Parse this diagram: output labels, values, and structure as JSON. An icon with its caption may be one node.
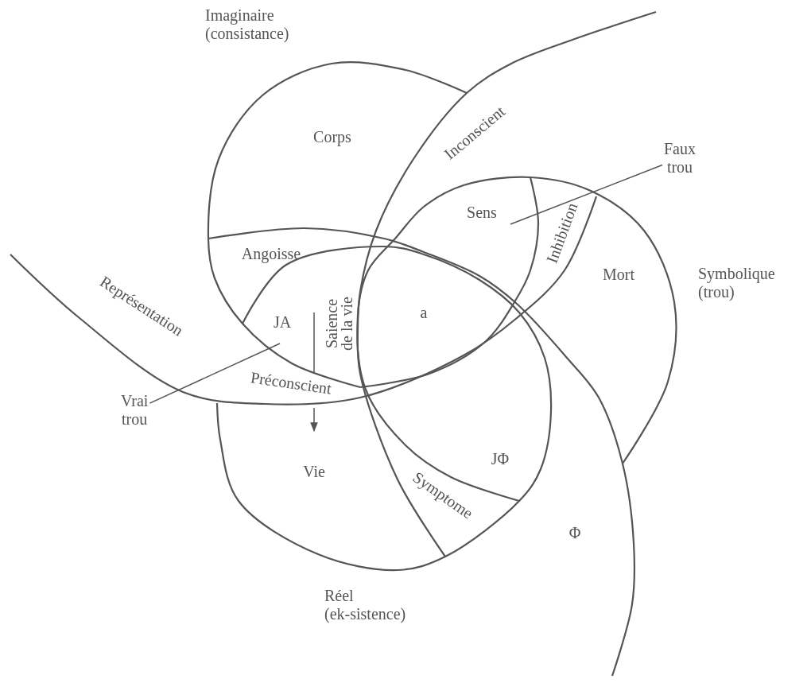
{
  "diagram": {
    "nodes": [
      {
        "text": [
          "Faux trou"
        ]
      },
      {
        "text": [
          "Vrai trou"
        ]
      }
    ],
    "edges": [
      {
        "from": 0,
        "to": null,
        "arrow": "none"
      },
      {
        "from": 1,
        "to": null,
        "arrow": "none"
      }
    ],
    "labels": [
      "Imaginaire (consistance)",
      "Corps",
      "Inconscient",
      "Sens",
      "Inhibition",
      "Angoisse",
      "Représentation",
      "JA",
      "Saience de la vie",
      "a",
      "Mort",
      "Symbolique (trou)",
      "Préconscient",
      "Vie",
      "JΦ",
      "Symptome",
      "Φ",
      "Réel (ek-sistence)"
    ]
  }
}
